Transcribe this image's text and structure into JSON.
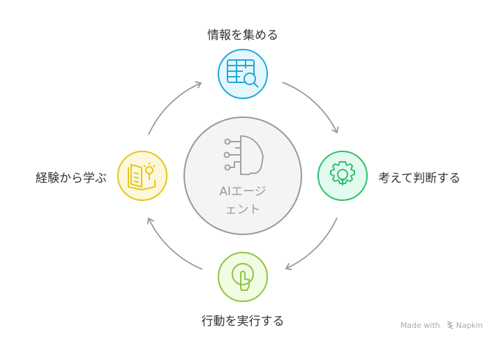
{
  "center": {
    "label_line1": "AIエージ",
    "label_line2": "ェント",
    "icon": "ai-head-circuit-icon"
  },
  "nodes": [
    {
      "id": "gather",
      "label": "情報を集める",
      "icon": "table-search-icon",
      "color": "#1fa8dc",
      "fill": "#e6f6fd"
    },
    {
      "id": "think",
      "label": "考えて判断する",
      "icon": "gear-lightbulb-icon",
      "color": "#2fbf71",
      "fill": "#e3fbee"
    },
    {
      "id": "act",
      "label": "行動を実行する",
      "icon": "hand-pointer-icon",
      "color": "#8cc63f",
      "fill": "#f2fbe3"
    },
    {
      "id": "learn",
      "label": "経験から学ぶ",
      "icon": "book-lightbulb-icon",
      "color": "#e6c619",
      "fill": "#fdf8db"
    }
  ],
  "footer": {
    "made_with": "Made with",
    "brand": "Napkin"
  }
}
